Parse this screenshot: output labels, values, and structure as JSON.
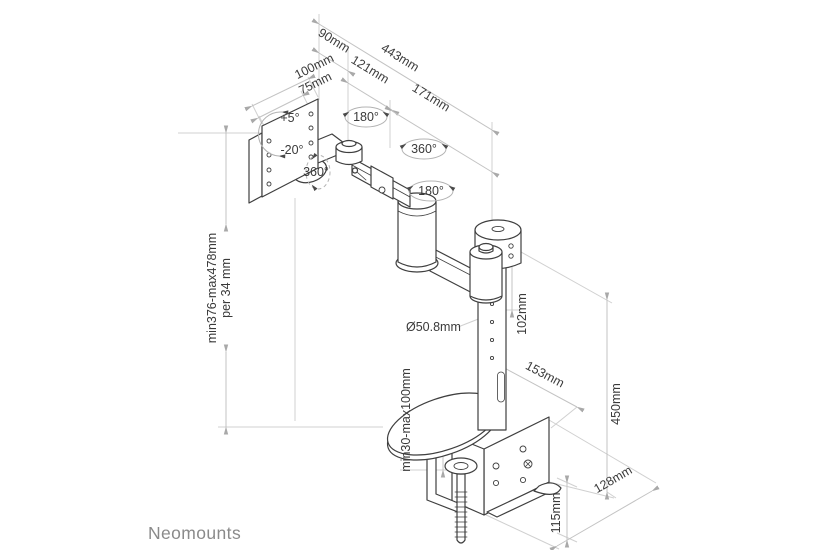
{
  "brand": "Neomounts",
  "drawing": {
    "dimensions": {
      "total_reach": "443mm",
      "segment_1": "90mm",
      "segment_2": "121mm",
      "segment_3": "171mm",
      "vesa_width": "100mm",
      "vesa_inner": "75mm",
      "height_range": "min376-max478mm",
      "height_step": "per 34 mm",
      "collar_height": "102mm",
      "pole_diameter": "Ø50.8mm",
      "base_depth": "153mm",
      "clamp_range": "min30-max100mm",
      "pole_height": "450mm",
      "clamp_width": "128mm",
      "clamp_height": "115mm"
    },
    "angles": {
      "tilt_up": "+5°",
      "tilt_down": "-20°",
      "vesa_rotation": "360°",
      "head_swivel": "180°",
      "arm_rotation": "360°",
      "arm_swivel": "180°"
    }
  }
}
